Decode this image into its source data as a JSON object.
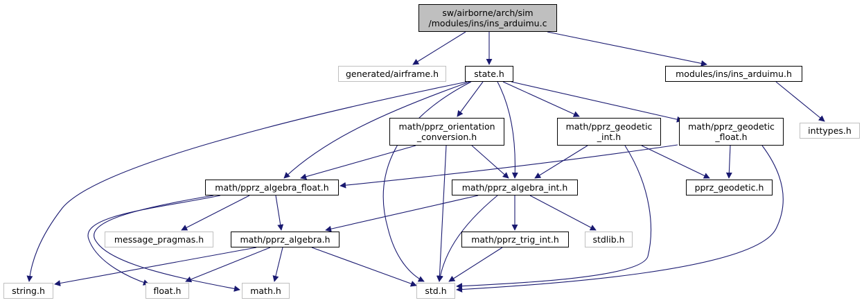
{
  "graph": {
    "edge_color": "#191970",
    "external_border_color": "#bfbfbf",
    "root_fill": "#bfbfbf",
    "nodes": {
      "root": [
        "sw/airborne/arch/sim",
        "/modules/ins/ins_arduimu.c"
      ],
      "generated_airframe": [
        "generated/airframe.h"
      ],
      "state": [
        "state.h"
      ],
      "ins_arduimu_h": [
        "modules/ins/ins_arduimu.h"
      ],
      "inttypes": [
        "inttypes.h"
      ],
      "orientation_conversion": [
        "math/pprz_orientation",
        "_conversion.h"
      ],
      "geodetic_int": [
        "math/pprz_geodetic",
        "_int.h"
      ],
      "geodetic_float": [
        "math/pprz_geodetic",
        "_float.h"
      ],
      "algebra_float": [
        "math/pprz_algebra_float.h"
      ],
      "algebra_int": [
        "math/pprz_algebra_int.h"
      ],
      "pprz_geodetic": [
        "pprz_geodetic.h"
      ],
      "message_pragmas": [
        "message_pragmas.h"
      ],
      "algebra": [
        "math/pprz_algebra.h"
      ],
      "trig_int": [
        "math/pprz_trig_int.h"
      ],
      "stdlib": [
        "stdlib.h"
      ],
      "string": [
        "string.h"
      ],
      "float": [
        "float.h"
      ],
      "math": [
        "math.h"
      ],
      "std": [
        "std.h"
      ]
    }
  }
}
